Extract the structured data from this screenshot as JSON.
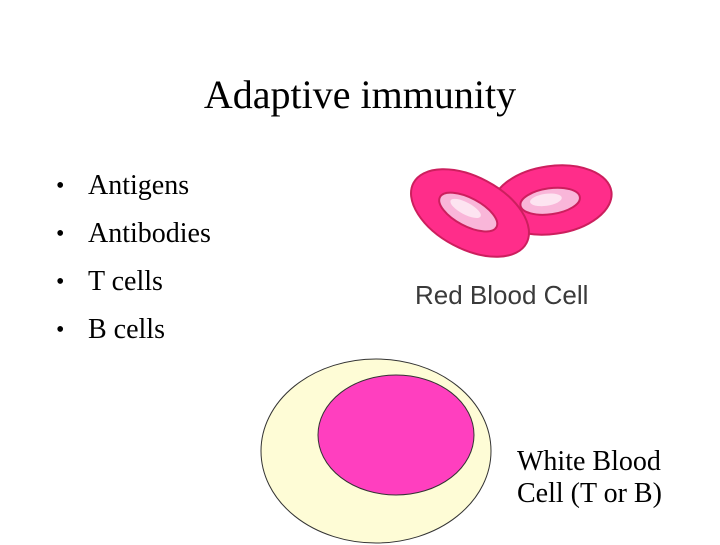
{
  "slide": {
    "title": "Adaptive immunity",
    "bullets": [
      "Antigens",
      "Antibodies",
      "T cells",
      "B cells"
    ],
    "bullet_glyph": "•"
  },
  "images": {
    "red_blood_cell": {
      "label": "Red Blood Cell",
      "colors": {
        "outer": "#ff2d8a",
        "rim": "#cc1f5e",
        "inner": "#f9b6d9",
        "inner_highlight": "#fde4f1"
      }
    },
    "white_blood_cell": {
      "label_line1": "White Blood",
      "label_line2": "Cell (T or B)",
      "colors": {
        "cytoplasm": "#fefcd6",
        "nucleus": "#ff3fbf",
        "outline": "#333333"
      }
    }
  }
}
